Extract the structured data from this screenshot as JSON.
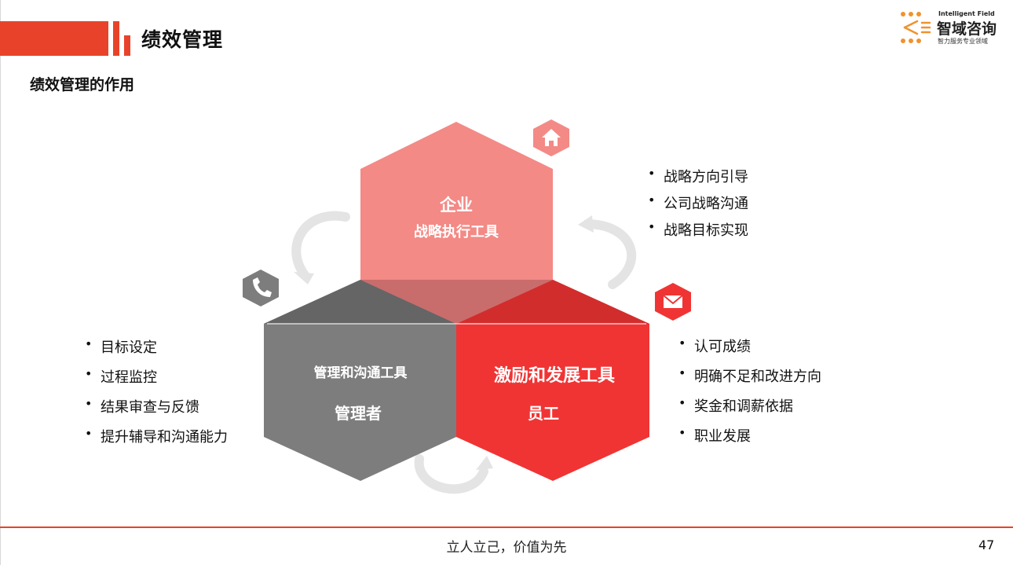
{
  "header": {
    "title": "绩效管理",
    "section_title": "绩效管理的作用"
  },
  "logo": {
    "en": "Intelligent Field",
    "cn": "智域咨询",
    "sub": "智力服务专业领域"
  },
  "hexagons": {
    "enterprise": {
      "title": "企业",
      "subtitle": "战略执行工具",
      "icon": "home-icon"
    },
    "manager": {
      "title": "管理和沟通工具",
      "subtitle": "管理者",
      "icon": "phone-icon"
    },
    "employee": {
      "title": "激励和发展工具",
      "subtitle": "员工",
      "icon": "mail-icon"
    }
  },
  "bullets": {
    "enterprise": [
      "战略方向引导",
      "公司战略沟通",
      "战略目标实现"
    ],
    "manager": [
      "目标设定",
      "过程监控",
      "结果审查与反馈",
      "提升辅导和沟通能力"
    ],
    "employee": [
      "认可成绩",
      "明确不足和改进方向",
      "奖金和调薪依据",
      "职业发展"
    ]
  },
  "footer": {
    "slogan": "立人立己，价值为先",
    "page_number": "47"
  },
  "colors": {
    "accent": "#e8432a",
    "enterprise_hex": "#f38a86",
    "manager_hex": "#7d7d7d",
    "employee_hex": "#f03434"
  }
}
